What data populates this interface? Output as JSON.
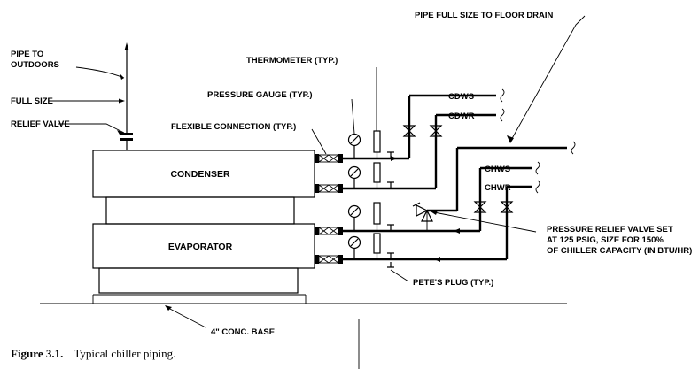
{
  "labels": {
    "pipe_full_size_floor_drain": "PIPE FULL SIZE TO FLOOR DRAIN",
    "pipe_to": "PIPE TO",
    "outdoors": "OUTDOORS",
    "full_size": "FULL SIZE",
    "relief_valve": "RELIEF VALVE",
    "thermometer": "THERMOMETER (TYP.)",
    "pressure_gauge": "PRESSURE GAUGE (TYP.)",
    "flexible_connection": "FLEXIBLE CONNECTION (TYP.)",
    "cdws": "CDWS",
    "cdwr": "CDWR",
    "chws": "CHWS",
    "chwr": "CHWR",
    "condenser": "CONDENSER",
    "evaporator": "EVAPORATOR",
    "prv_line1": "PRESSURE RELIEF VALVE SET",
    "prv_line2": "AT 125 PSIG, SIZE FOR 150%",
    "prv_line3": "OF CHILLER CAPACITY (IN BTU/HR)",
    "petes_plug": "PETE'S PLUG (TYP.)",
    "conc_base": "4\" CONC. BASE"
  },
  "caption": {
    "figure": "Figure 3.1.",
    "text": "Typical chiller piping."
  }
}
